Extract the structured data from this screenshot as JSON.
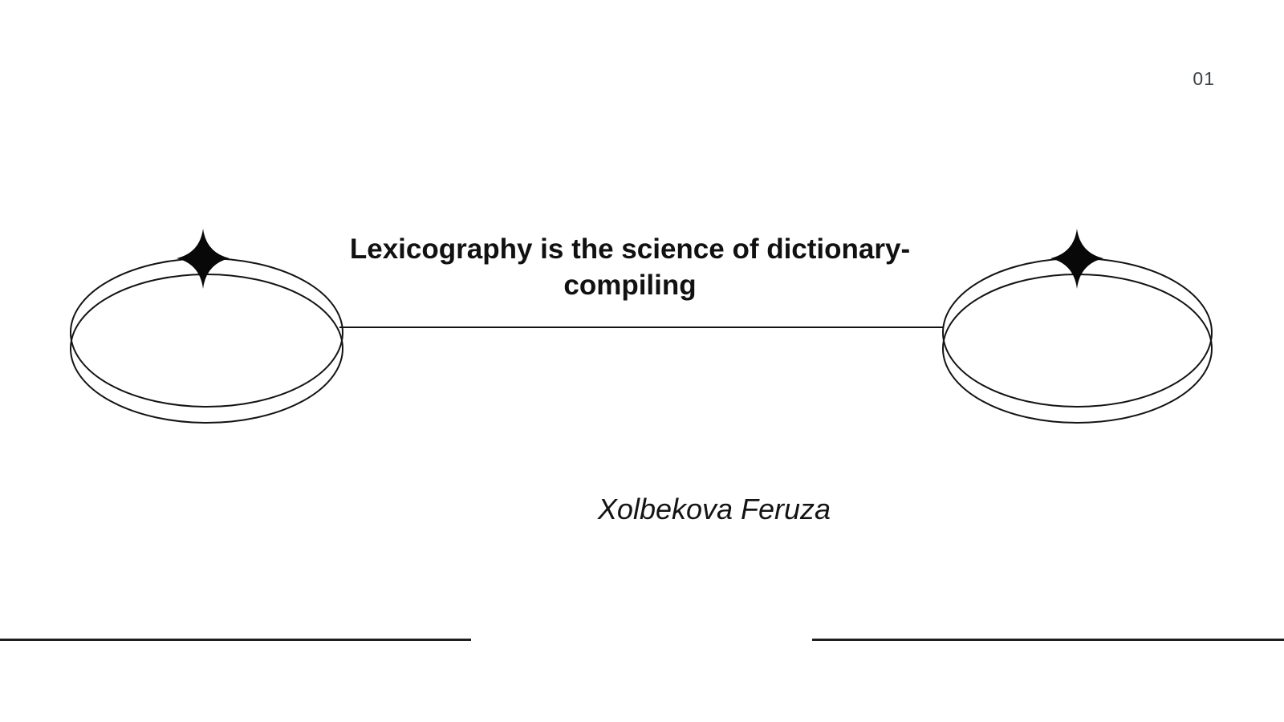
{
  "page": {
    "number": "01"
  },
  "title": {
    "line1": "Lexicography is the science of dictionary-",
    "line2": "compiling"
  },
  "author": {
    "name": "Xolbekova Feruza"
  },
  "decorations": {
    "left_ornament": "double-ellipse-ring-with-sparkle-star",
    "right_ornament": "double-ellipse-ring-with-sparkle-star",
    "connector": "horizontal-line-between-ornaments",
    "footer": "two-horizontal-rules"
  },
  "colors": {
    "background": "#ffffff",
    "title_text": "#111111",
    "author_text": "#141414",
    "page_number": "#3d4247",
    "ornament_stroke": "#131313",
    "star_fill": "#080808",
    "footer_line": "#1f1f1f"
  }
}
